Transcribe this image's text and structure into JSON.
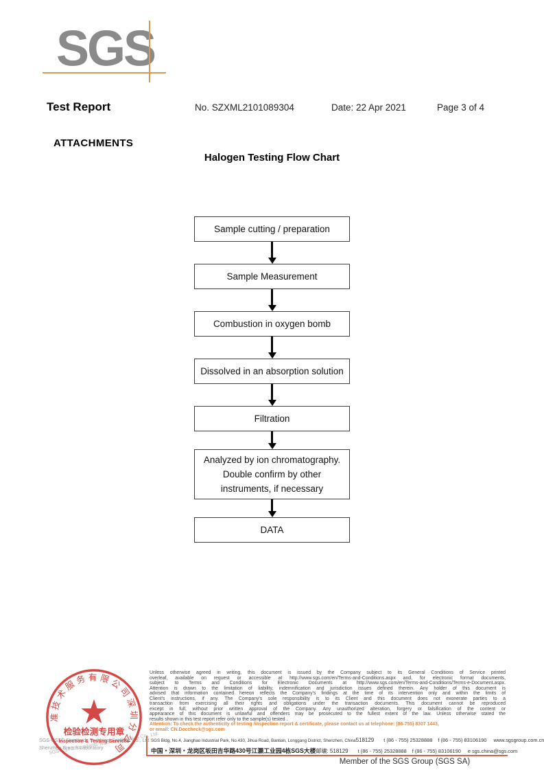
{
  "logo": {
    "text": "SGS"
  },
  "header": {
    "title": "Test Report",
    "report_no": "No. SZXML2101089304",
    "date": "Date: 22 Apr 2021",
    "page": "Page 3 of 4"
  },
  "attachments_label": "ATTACHMENTS",
  "flowchart": {
    "title": "Halogen Testing Flow Chart",
    "steps": [
      {
        "label": "Sample cutting / preparation"
      },
      {
        "label": "Sample Measurement"
      },
      {
        "label": "Combustion in oxygen bomb"
      },
      {
        "label": "Dissolved in an absorption solution"
      },
      {
        "label": "Filtration"
      },
      {
        "label": "Analyzed by ion chromatography.\nDouble confirm by other\ninstruments, if necessary"
      },
      {
        "label": "DATA"
      }
    ]
  },
  "footer": {
    "stamp": {
      "ring_text": "通标标准技术服务有限公司深圳分公司",
      "star": "★",
      "line1": "检验检测专用章",
      "line2": "Inspection & Testing Services",
      "color": "#cf3430"
    },
    "company_line1": "SGS-CSTC Standards Technical Services Co., Ltd.",
    "company_line2": "Shenzhen Branch Laboratory",
    "company_rotated": "SGS-CSTC Standards Technical Services Co., Ltd.",
    "legal_lines": [
      "Unless otherwise agreed in writing, this document is issued by the Company subject to its General Conditions of Service printed",
      "overleaf, available on request or accessible at http://www.sgs.com/en/Terms-and-Conditions.aspx and, for electronic format documents,",
      "subject to Terms and Conditions for Electronic Documents at http://www.sgs.com/en/Terms-and-Conditions/Terms-e-Document.aspx.",
      "Attention is drawn to the limitation of liability, indemnification and jurisdiction issues defined therein. Any holder of this document is",
      "advised that information contained hereon reflects the Company's findings at the time of its intervention only and within the limits of",
      "Client's instructions, if any. The Company's sole responsibility is to its Client and this document does not exonerate parties to a",
      "transaction from exercising all their rights and obligations under the transaction documents. This document cannot be reproduced",
      "except in full, without prior written approval of the Company. Any unauthorized alteration, forgery or falsification of the content or",
      "appearance of this document is unlawful and offenders may be prosecuted to the fullest extent of the law. Unless otherwise stated the",
      "results shown in this test report refer only to the sample(s) tested ."
    ],
    "attention_line1": "Attention: To check the authenticity of testing /inspection report & certificate, please contact us at telephone: (86-755) 8307 1443,",
    "attention_line2": "or email: CN.Doccheck@sgs.com",
    "address": {
      "en": "SGS Bldg, No.4, Jianghao Industrial Park, No.430, Jihua Road, Bantian, Longgang District, Shenzhen, China",
      "en_zip": "518129",
      "cn": "中国・深圳・龙岗区坂田吉华路430号江灏工业园4栋SGS大楼",
      "cn_zip": "邮编: 518129",
      "tel": "t (86 - 755) 25328888",
      "fax": "f (86 - 755) 83106190",
      "web": "www.sgsgroup.com.cn",
      "email": "e  sgs.china@sgs.com"
    },
    "member_line": "Member of the SGS Group (SGS SA)"
  }
}
